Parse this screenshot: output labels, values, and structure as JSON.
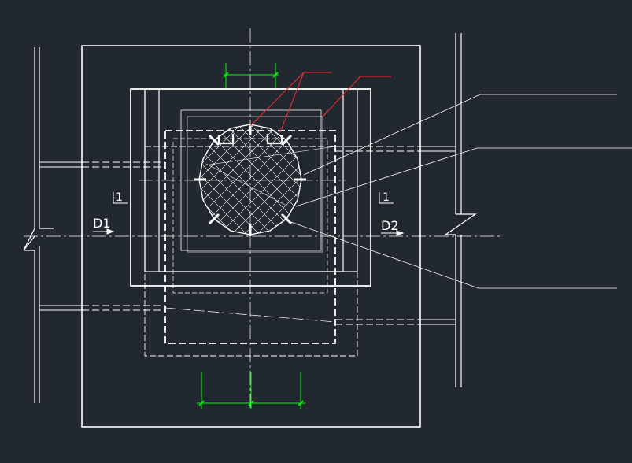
{
  "drawing": {
    "background_color": "#212830",
    "line_color": "#ffffff",
    "dimension_color": "#00ff00",
    "leader_color": "#ff2a2a",
    "labels": {
      "section_left": "1",
      "section_right": "1",
      "pipe_left": "D1",
      "pipe_right": "D2"
    },
    "pipe_left": {
      "label": "D1"
    },
    "pipe_right": {
      "label": "D2"
    }
  }
}
